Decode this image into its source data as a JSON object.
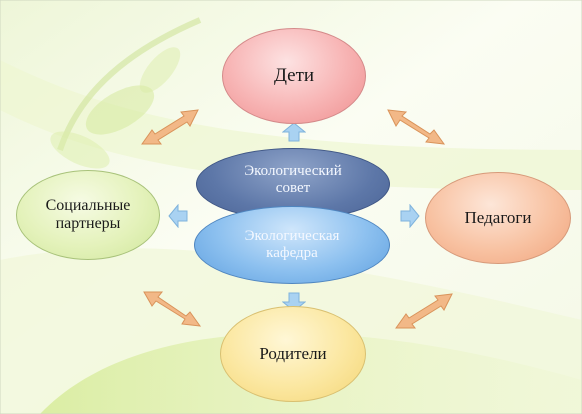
{
  "diagram": {
    "nodes": {
      "deti": "Дети",
      "pedagogi": "Педагоги",
      "roditeli": "Родители",
      "partnery_line1": "Социальные",
      "partnery_line2": "партнеры",
      "sovet_line1": "Экологический",
      "sovet_line2": "совет",
      "kafedra_line1": "Экологическая",
      "kafedra_line2": "кафедра"
    },
    "colors": {
      "deti": "#f7b3b3",
      "pedagogi": "#f8c2a2",
      "roditeli": "#fbe7a0",
      "partnery": "#e4f2bb",
      "sovet": "#5d77a8",
      "kafedra": "#8cc0ef",
      "double_arrow": "#f0b27a",
      "center_arrow": "#a9d2f2"
    }
  }
}
